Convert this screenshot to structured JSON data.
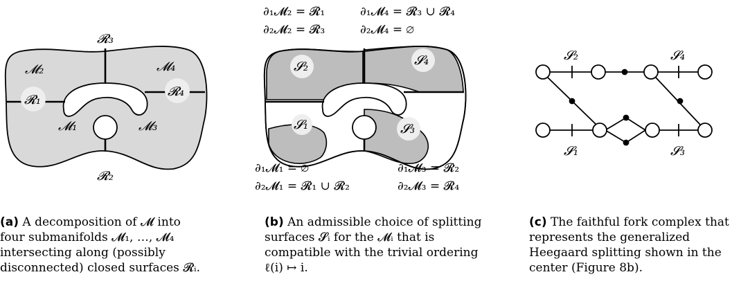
{
  "panel_a": {
    "regions": {
      "M1": "𝓜₁",
      "M2": "𝓜₂",
      "M3": "𝓜₃",
      "M4": "𝓜₄"
    },
    "surfaces": {
      "R1": "𝓡₁",
      "R2": "𝓡₂",
      "R3": "𝓡₃",
      "R4": "𝓡₄"
    },
    "colors": {
      "fill": "#d9d9d9",
      "highlight": "#eeeeee"
    }
  },
  "panel_b": {
    "equations_top": [
      "∂₁𝓜₂ = 𝓡₁",
      "∂₁𝓜₄ = 𝓡₃ ∪ 𝓡₄",
      "∂₂𝓜₂ = 𝓡₃",
      "∂₂𝓜₄ = ∅"
    ],
    "equations_bottom": [
      "∂₁𝓜₁ = ∅",
      "∂₁𝓜₃ = 𝓡₂",
      "∂₂𝓜₁ = 𝓡₁ ∪ 𝓡₂",
      "∂₂𝓜₃ = 𝓡₄"
    ],
    "splitting": {
      "S1": "𝓢₁",
      "S2": "𝓢₂",
      "S3": "𝓢₃",
      "S4": "𝓢₄"
    },
    "colors": {
      "fill": "#bdbdbd"
    }
  },
  "panel_c": {
    "labels": {
      "S1": "𝓢₁",
      "S2": "𝓢₂",
      "S3": "𝓢₃",
      "S4": "𝓢₄"
    }
  },
  "captions": {
    "a_tag": "(a)",
    "a_text": " A decomposition of 𝓜 into four submanifolds 𝓜₁, …, 𝓜₄ intersecting along (possibly disconnected) closed surfaces 𝓡ᵢ.",
    "b_tag": "(b)",
    "b_text": " An admissible choice of splitting surfaces 𝓢ᵢ for the 𝓜ᵢ that is compatible with the trivial ordering ℓ(i) ↦ i.",
    "c_tag": "(c)",
    "c_text": " The faithful fork complex that represents the generalized Heegaard splitting shown in the center (Figure 8b)."
  }
}
